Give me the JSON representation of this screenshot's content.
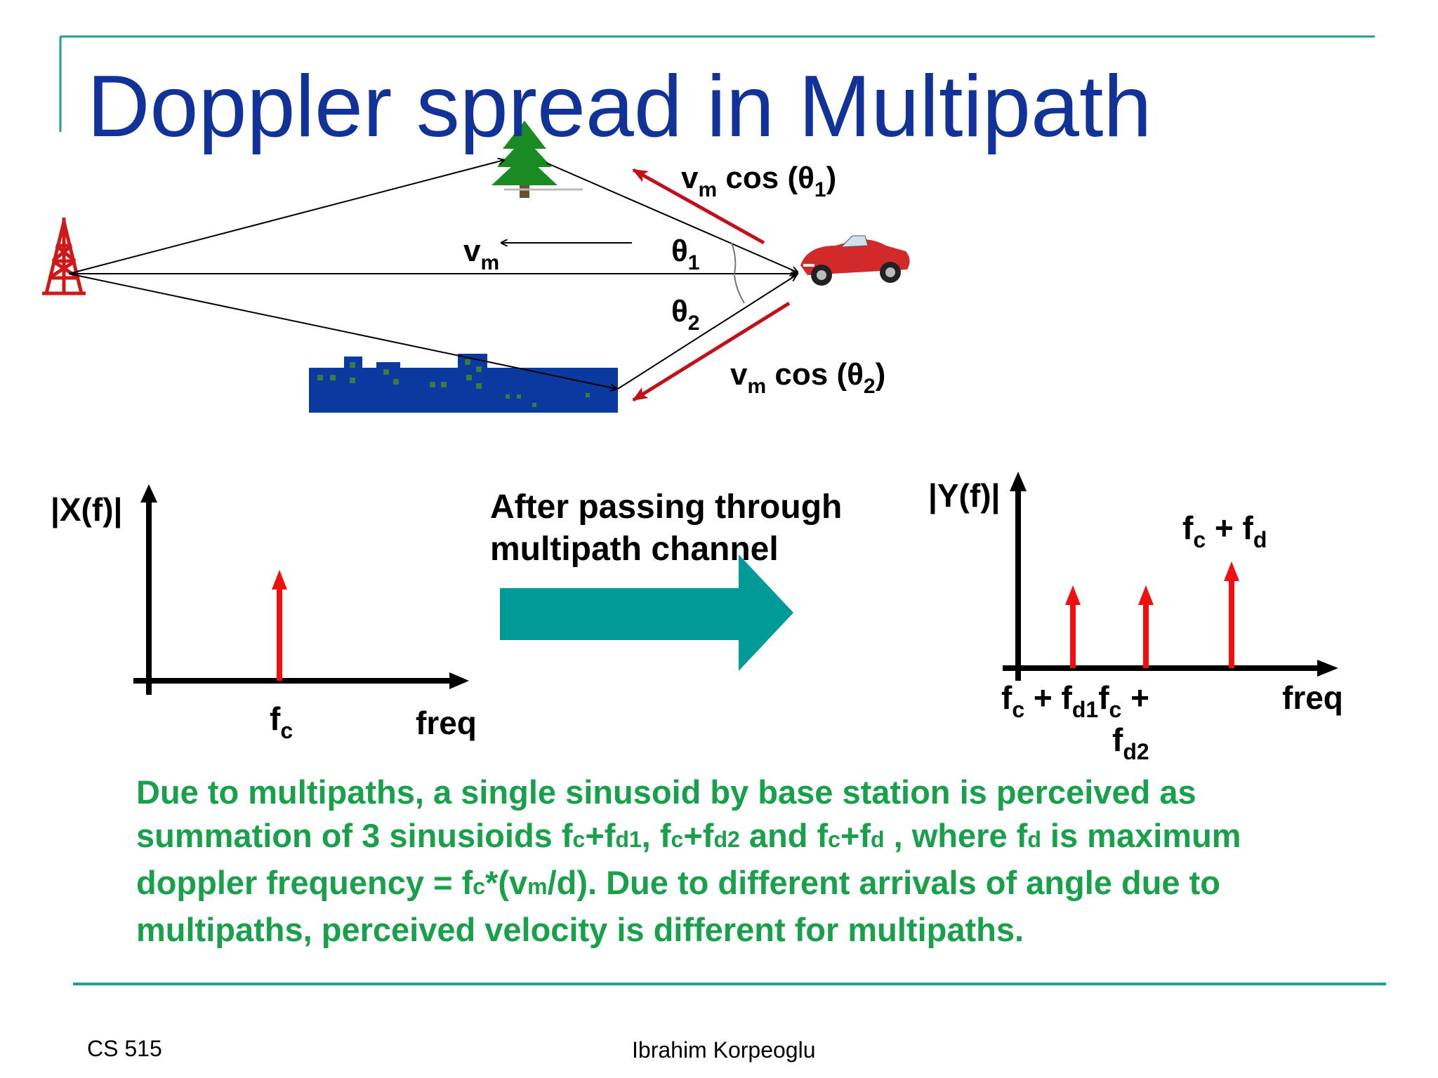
{
  "slide": {
    "title": "Doppler spread in Multipath",
    "colors": {
      "title": "#113399",
      "rule": "#20a090",
      "arrow_red": "#c0101a",
      "spectrum_red": "#f01010",
      "block_arrow": "#009b98",
      "note_text": "#18a14a",
      "skyline": "#0a3aa0"
    }
  },
  "diagram": {
    "icons": [
      "tower-icon",
      "tree-icon",
      "car-icon",
      "building-skyline-icon"
    ],
    "velocity_label": {
      "main": "v",
      "sub": "m"
    },
    "theta1_label": {
      "main": "θ",
      "sub": "1"
    },
    "theta2_label": {
      "main": "θ",
      "sub": "2"
    },
    "component1": {
      "v": "v",
      "v_sub": "m",
      "func": " cos (θ",
      "theta_sub": "1",
      "close": ")"
    },
    "component2": {
      "v": "v",
      "v_sub": "m",
      "func": " cos (θ",
      "theta_sub": "2",
      "close": ")"
    }
  },
  "spectra": {
    "input": {
      "y_label": "|X(f)|",
      "x_label": "freq",
      "fc_main": "f",
      "fc_sub": "c"
    },
    "channel_label_line1": "After passing through",
    "channel_label_line2": "multipath channel",
    "output": {
      "y_label": "|Y(f)|",
      "x_label": "freq",
      "peak_f": "f",
      "peak_c": "c",
      "peak_plus": " + f",
      "peak_d": "d",
      "axis_f1": "f",
      "axis_c1": "c",
      "axis_plus1": " + f",
      "axis_d1": "d1",
      "axis_f2": "f",
      "axis_c2": "c",
      "axis_plus2": " +",
      "line2_f": "f",
      "line2_sub": "d2"
    }
  },
  "note": {
    "p1": "Due to multipaths, a single sinusoid by base station is perceived as summation of 3 sinusioids f",
    "s1": "c",
    "p2": "+f",
    "s2": "d1",
    "p3": ", f",
    "s3": "c",
    "p4": "+f",
    "s4": "d2",
    "p5": " and f",
    "s5": "c",
    "p6": "+f",
    "s6": "d",
    "p7": " , where f",
    "s7": "d",
    "p8": " is maximum doppler frequency = f",
    "s8": "c",
    "p9": "*(v",
    "s9": "m",
    "p10": "/d). Due to different arrivals of angle due to multipaths, perceived velocity is different for multipaths."
  },
  "footer": {
    "course": "CS 515",
    "author": "Ibrahim Korpeoglu"
  }
}
